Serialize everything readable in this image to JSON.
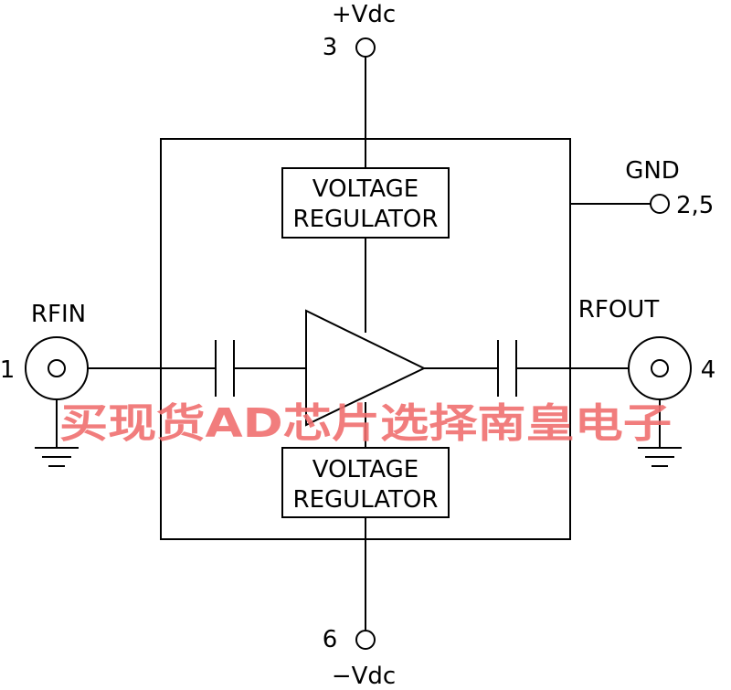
{
  "pins": {
    "vpos": {
      "label": "+Vdc",
      "number": "3"
    },
    "vneg": {
      "label": "−Vdc",
      "number": "6"
    },
    "gnd": {
      "label": "GND",
      "number": "2,5"
    },
    "rfin": {
      "label": "RFIN",
      "number": "1"
    },
    "rfout": {
      "label": "RFOUT",
      "number": "4"
    }
  },
  "blocks": {
    "top_regulator": {
      "line1": "VOLTAGE",
      "line2": "REGULATOR"
    },
    "bottom_regulator": {
      "line1": "VOLTAGE",
      "line2": "REGULATOR"
    }
  },
  "watermark": "买现货AD芯片选择南皇电子",
  "colors": {
    "line": "#000000",
    "watermark": "#f07070"
  }
}
